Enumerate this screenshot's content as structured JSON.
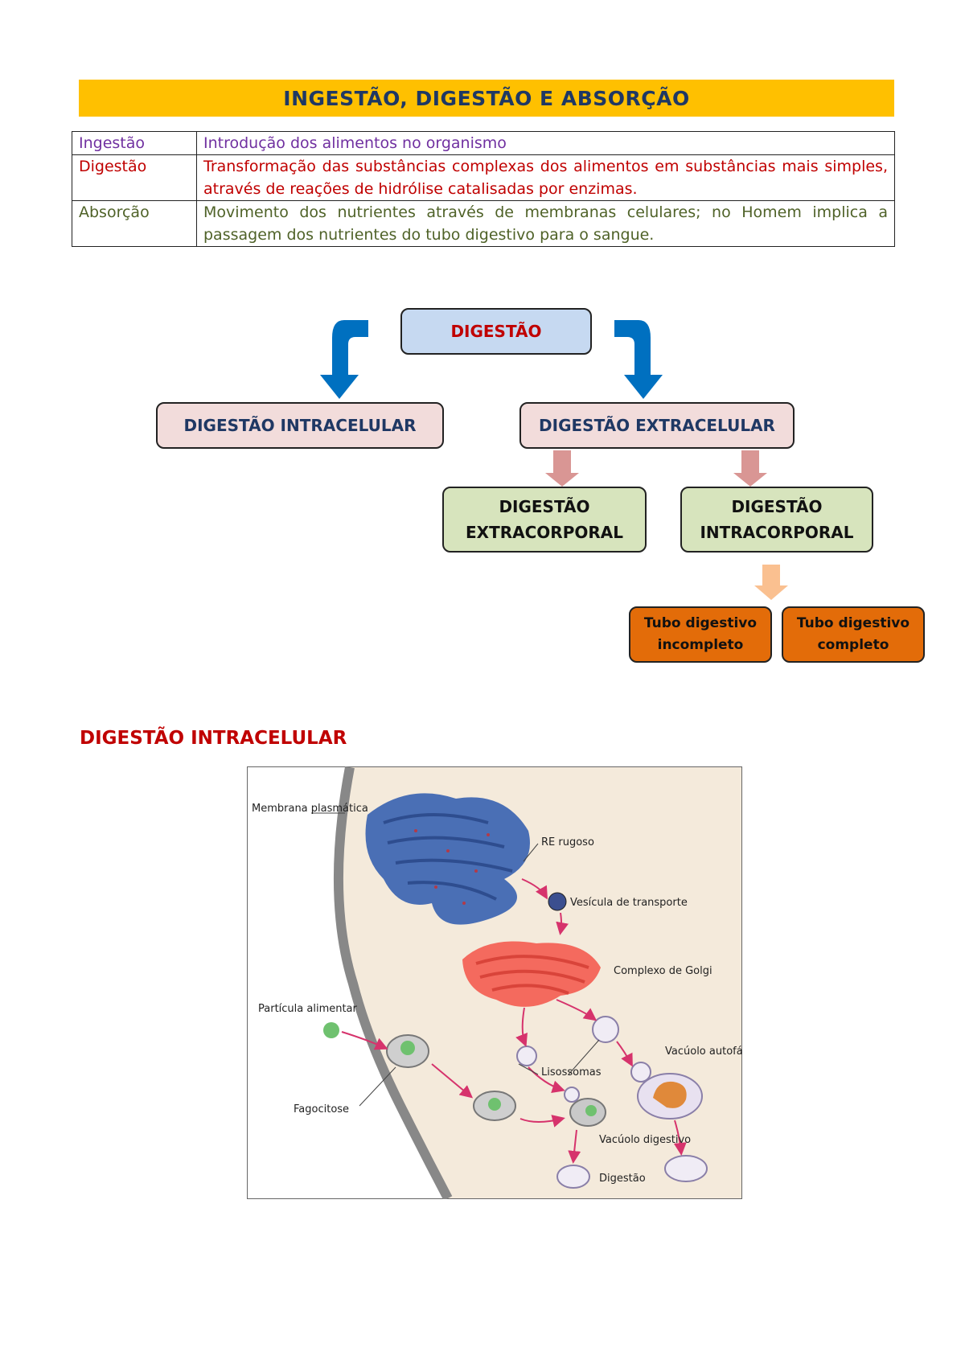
{
  "header": {
    "title": "INGESTÃO, DIGESTÃO E ABSORÇÃO"
  },
  "definitions": [
    {
      "term": "Ingestão",
      "description": "Introdução dos alimentos no organismo",
      "color": "#7030A0"
    },
    {
      "term": "Digestão",
      "description": "Transformação das substâncias complexas dos alimentos em substâncias mais simples, através de reações de hidrólise catalisadas por enzimas.",
      "color": "#C00000"
    },
    {
      "term": "Absorção",
      "description": "Movimento dos nutrientes através de membranas celulares; no Homem implica a passagem dos nutrientes do tubo digestivo para o sangue.",
      "color": "#4F6228"
    }
  ],
  "diagram": {
    "root": "DIGESTÃO",
    "intracelular": "DIGESTÃO INTRACELULAR",
    "extracelular": "DIGESTÃO EXTRACELULAR",
    "extracorporal": "DIGESTÃO\nEXTRACORPORAL",
    "intracorporal": "DIGESTÃO\nINTRACORPORAL",
    "tubo_incompleto": "Tubo digestivo\nincompleto",
    "tubo_completo": "Tubo digestivo\ncompleto"
  },
  "section": {
    "title": "DIGESTÃO INTRACELULAR"
  },
  "figure": {
    "labels": {
      "membrana": "Membrana plasmática",
      "re_rugoso": "RE rugoso",
      "vesicula": "Vesícula de transporte",
      "golgi": "Complexo de Golgi",
      "particula": "Partícula alimentar",
      "lisossomas": "Lisossomas",
      "vacuolo_autofagico": "Vacúolo autofágico",
      "fagocitose": "Fagocitose",
      "vacuolo_digestivo": "Vacúolo digestivo",
      "digestao": "Digestão"
    }
  },
  "colors": {
    "banner": "#FFC000",
    "root_box": "#C6D9F1",
    "level1_box": "#F2DCDB",
    "level2_box": "#D7E4BD",
    "level3_box": "#E36C09",
    "blue_arrow": "#0070C0",
    "pink_arrow": "#D99694",
    "orange_arrow": "#FAC090"
  }
}
